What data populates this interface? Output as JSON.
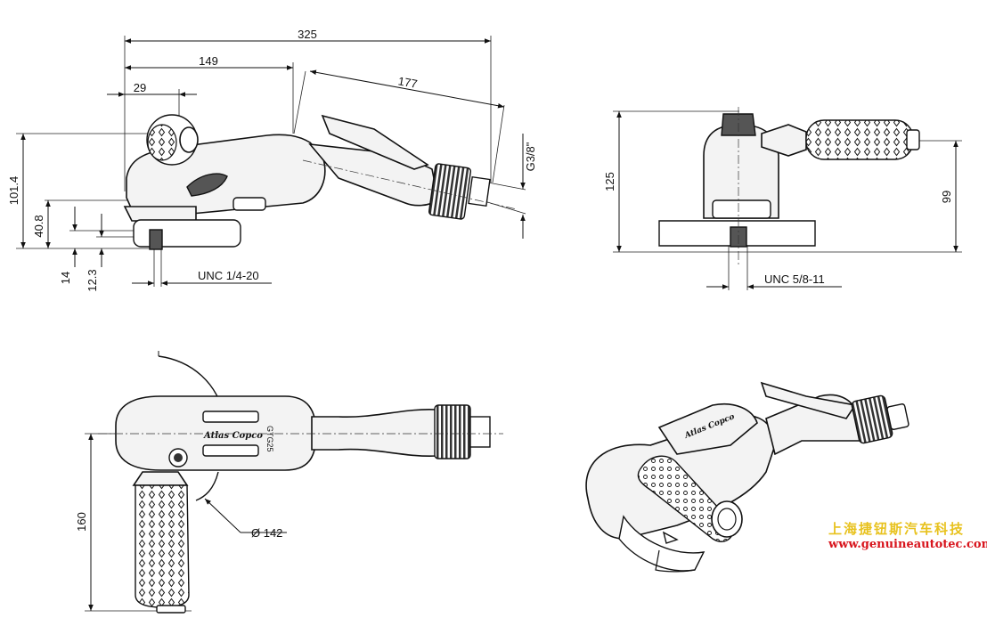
{
  "dimensions": {
    "side_view": {
      "overall_length": "325",
      "length_149": "149",
      "length_29": "29",
      "handle_length": "177",
      "inlet_thread": "G3/8\"",
      "height_101_4": "101.4",
      "height_40_8": "40.8",
      "spindle_14": "14",
      "spindle_12_3": "12.3",
      "spindle_thread": "UNC 1/4-20"
    },
    "front_view": {
      "height_125": "125",
      "height_99": "99",
      "spindle_thread": "UNC 5/8-11"
    },
    "top_view": {
      "width_160": "160",
      "wheel_diameter": "Ø 142"
    }
  },
  "branding": {
    "logo_text": "Atlas Copco",
    "model_text": "GTG25"
  },
  "watermark": {
    "chinese": "上海捷钮斯汽车科技",
    "url": "www.genuineautotec.com"
  }
}
